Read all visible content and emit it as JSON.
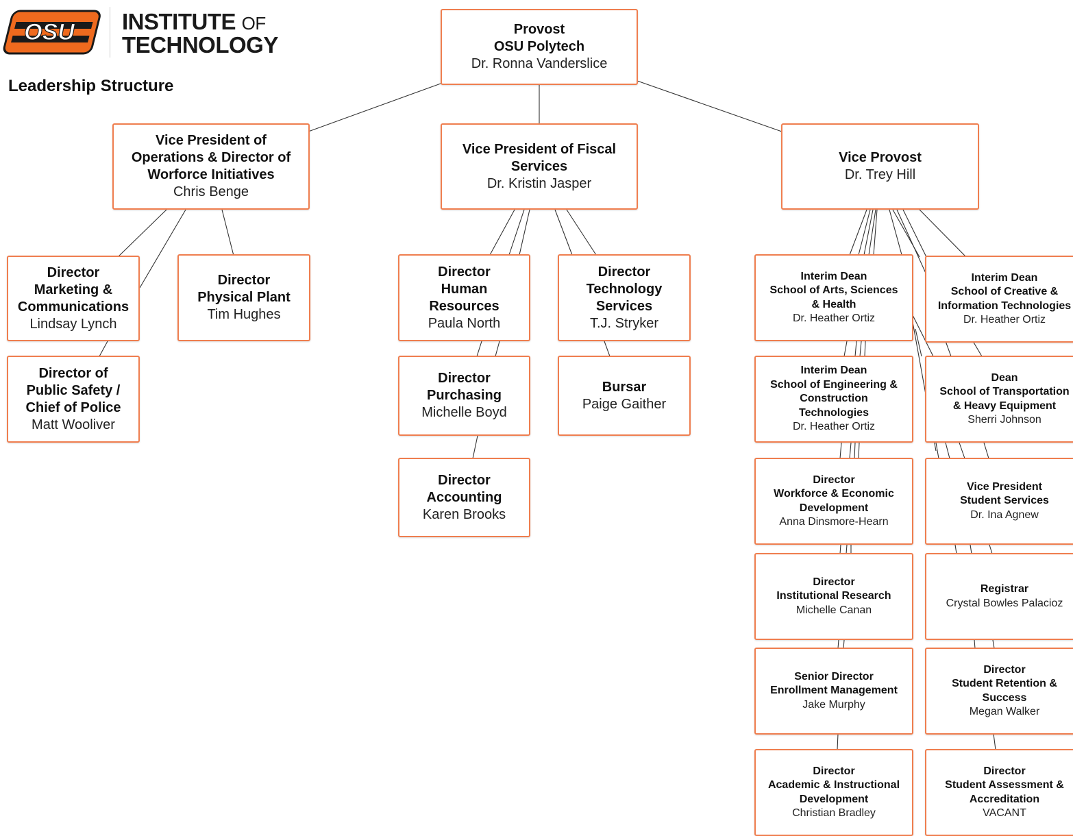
{
  "header": {
    "logo_line1": "INSTITUTE",
    "logo_of": "OF",
    "logo_line2": "TECHNOLOGY",
    "logo_mark": "OSU",
    "page_title": "Leadership Structure",
    "brand_color": "#ef7e4f"
  },
  "nodes": {
    "provost": {
      "title": "Provost\nOSU Polytech",
      "name": "Dr. Ronna Vanderslice"
    },
    "vp_ops": {
      "title": "Vice President of\nOperations & Director of\nWorforce Initiatives",
      "name": "Chris Benge"
    },
    "vp_fiscal": {
      "title": "Vice President of Fiscal\nServices",
      "name": "Dr. Kristin Jasper"
    },
    "vice_provost": {
      "title": "Vice Provost",
      "name": "Dr. Trey Hill"
    },
    "dir_marketing": {
      "title": "Director\nMarketing &\nCommunications",
      "name": "Lindsay Lynch"
    },
    "dir_plant": {
      "title": "Director\nPhysical Plant",
      "name": "Tim Hughes"
    },
    "dir_safety": {
      "title": "Director of\nPublic Safety /\nChief of Police",
      "name": "Matt Wooliver"
    },
    "dir_hr": {
      "title": "Director\nHuman\nResources",
      "name": "Paula North"
    },
    "dir_tech": {
      "title": "Director\nTechnology\nServices",
      "name": "T.J. Stryker"
    },
    "dir_purchasing": {
      "title": "Director\nPurchasing",
      "name": "Michelle Boyd"
    },
    "bursar": {
      "title": "Bursar",
      "name": "Paige Gaither"
    },
    "dir_accounting": {
      "title": "Director\nAccounting",
      "name": "Karen Brooks"
    },
    "dean_arts": {
      "title": "Interim Dean\nSchool of Arts, Sciences\n& Health",
      "name": "Dr. Heather Ortiz"
    },
    "dean_creative": {
      "title": "Interim Dean\nSchool of Creative &\nInformation Technologies",
      "name": "Dr. Heather Ortiz"
    },
    "dean_eng": {
      "title": "Interim Dean\nSchool of Engineering &\nConstruction\nTechnologies",
      "name": "Dr. Heather Ortiz"
    },
    "dean_transport": {
      "title": "Dean\nSchool of Transportation\n& Heavy Equipment",
      "name": "Sherri Johnson"
    },
    "dir_workforce": {
      "title": "Director\nWorkforce & Economic\nDevelopment",
      "name": "Anna Dinsmore-Hearn"
    },
    "vp_student": {
      "title": "Vice President\nStudent Services",
      "name": "Dr. Ina Agnew"
    },
    "dir_research": {
      "title": "Director\nInstitutional Research",
      "name": "Michelle Canan"
    },
    "registrar": {
      "title": "Registrar",
      "name": "Crystal Bowles Palacioz"
    },
    "sr_enrollment": {
      "title": "Senior Director\nEnrollment Management",
      "name": "Jake Murphy"
    },
    "dir_retention": {
      "title": "Director\nStudent Retention &\nSuccess",
      "name": "Megan Walker"
    },
    "dir_academic": {
      "title": "Director\nAcademic & Instructional\nDevelopment",
      "name": "Christian Bradley"
    },
    "dir_assessment": {
      "title": "Director\nStudent Assessment &\nAccreditation",
      "name": "VACANT"
    }
  }
}
